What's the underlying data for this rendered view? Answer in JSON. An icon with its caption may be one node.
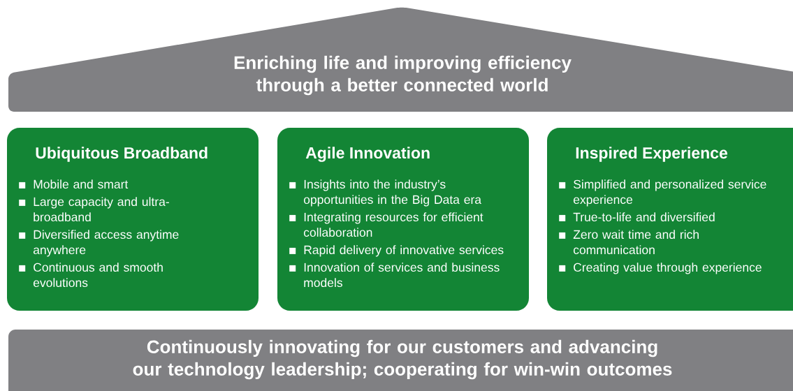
{
  "diagram": {
    "nodes": [
      {
        "text": [
          "Enriching life and improving efficiency through a better connected world"
        ]
      },
      {
        "text": [
          "Ubiquitous Broadband",
          "Mobile and smart",
          "Large capacity and ultra-broadband",
          "Diversified access anytime anywhere",
          "Continuous and smooth evolutions"
        ]
      },
      {
        "text": [
          "Agile Innovation",
          "Insights into the industry’s opportunities in the Big Data era",
          "Integrating resources for efficient collaboration",
          "Rapid delivery of innovative services",
          "Innovation of services and business models"
        ]
      },
      {
        "text": [
          "Inspired Experience",
          "Simplified and personalized service experience",
          "True-to-life and diversified",
          "Zero wait time and rich communication",
          "Creating value through experience"
        ]
      },
      {
        "text": [
          "Continuously innovating for our customers and advancing our technology leadership; cooperating for win-win outcomes"
        ]
      }
    ]
  }
}
